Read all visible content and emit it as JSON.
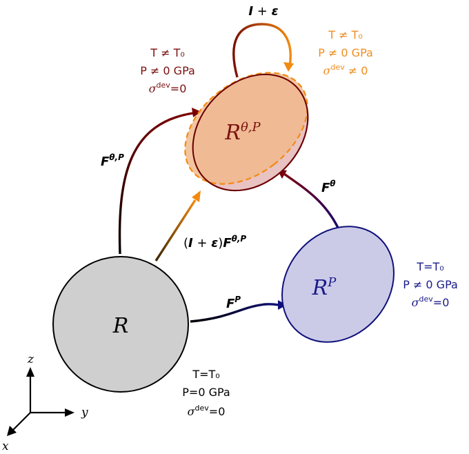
{
  "colors": {
    "ref_fill": "#cfcfcf",
    "ref_stroke": "#000000",
    "p_fill": "#cbcbe8",
    "p_stroke": "#10107a",
    "tp_fill": "#e9c2c2",
    "tp_stroke": "#6b0000",
    "eps_fill": "#f0b88a",
    "eps_stroke": "#f28a10",
    "dark_red_text": "#7a1010",
    "orange_text": "#ef8d20",
    "blue_text": "#1a1a8a",
    "black_text": "#000000"
  },
  "nodes": {
    "ref": {
      "label_main": "R",
      "label_sup": ""
    },
    "p": {
      "label_main": "R",
      "label_sup": "P"
    },
    "tp": {
      "label_main": "R",
      "label_sup": "θ,P"
    }
  },
  "arrows": {
    "f_tp": {
      "main": "F",
      "sup": "θ,P"
    },
    "f_p": {
      "main": "F",
      "sup": "P"
    },
    "f_theta": {
      "main": "F",
      "sup": "θ"
    },
    "i_eps_f": {
      "open": "(",
      "i": "I",
      "plus": " + ",
      "eps": "ε",
      "close": ")",
      "f": "F",
      "sup": "θ,P"
    },
    "i_eps": {
      "i": "I",
      "plus": " + ",
      "eps": "ε"
    }
  },
  "conditions": {
    "tp": {
      "line1": "T ≠ T₀",
      "line2": "P ≠ 0  GPa",
      "line3_main": "σ",
      "line3_sup": "dev",
      "line3_rest": "=0"
    },
    "eps": {
      "line1": "T ≠ T₀",
      "line2": "P ≠ 0  GPa",
      "line3_main": "σ",
      "line3_sup": "dev",
      "line3_rest": " ≠ 0"
    },
    "p": {
      "line1": "T=T₀",
      "line2": "P ≠ 0  GPa",
      "line3_main": "σ",
      "line3_sup": "dev",
      "line3_rest": "=0"
    },
    "ref": {
      "line1": "T=T₀",
      "line2": "P=0  GPa",
      "line3_main": "σ",
      "line3_sup": "dev",
      "line3_rest": "=0"
    }
  },
  "axes": {
    "z": "z",
    "y": "y",
    "x": "x"
  }
}
